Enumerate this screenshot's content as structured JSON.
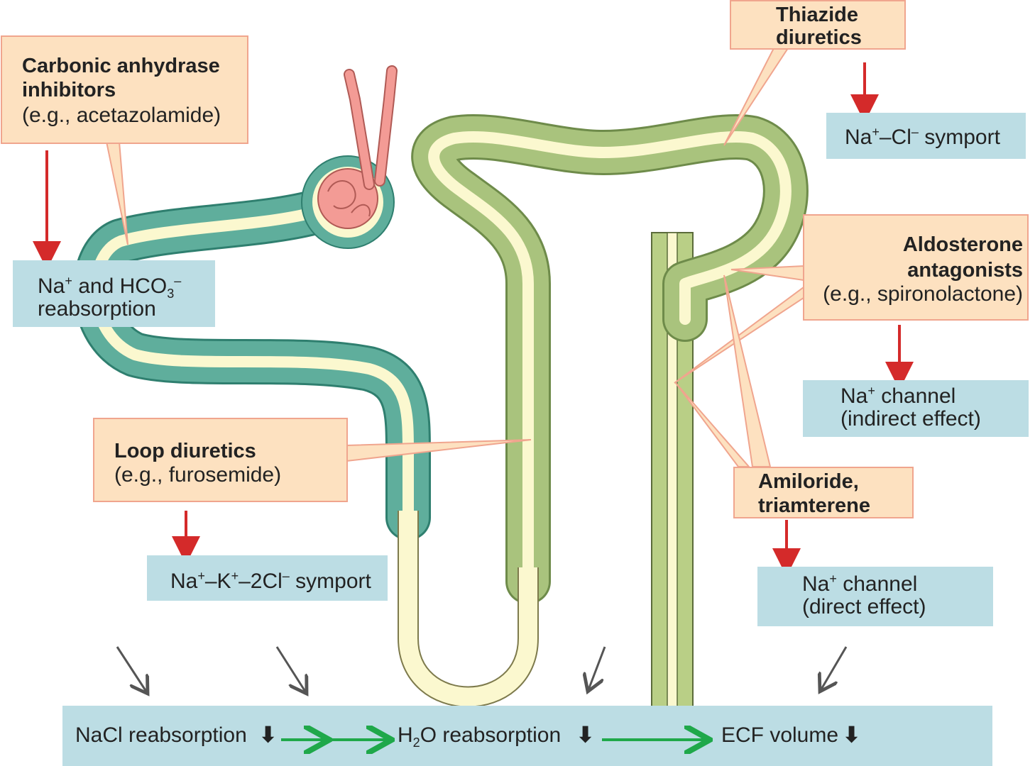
{
  "boxes": {
    "carbonic": {
      "title_line1": "Carbonic anhydrase",
      "title_line2": "inhibitors",
      "example": "(e.g., acetazolamide)",
      "effect_prefix": "Na",
      "effect_sup": "+",
      "effect_mid": " and HCO",
      "effect_sub": "3",
      "effect_sup2": "–",
      "effect_line2": "reabsorption"
    },
    "loop": {
      "title": "Loop diuretics",
      "example": "(e.g., furosemide)",
      "effect_a": "Na",
      "effect_sup1": "+",
      "effect_b": "–K",
      "effect_sup2": "+",
      "effect_c": "–2Cl",
      "effect_sup3": "–",
      "effect_d": " symport"
    },
    "thiazide": {
      "title_line1": "Thiazide",
      "title_line2": "diuretics",
      "effect_a": "Na",
      "effect_sup1": "+",
      "effect_b": "–Cl",
      "effect_sup2": "–",
      "effect_c": " symport"
    },
    "aldosterone": {
      "title_line1": "Aldosterone",
      "title_line2": "antagonists",
      "example": "(e.g., spironolactone)",
      "effect_a": "Na",
      "effect_sup": "+",
      "effect_b": " channel",
      "effect_line2": "(indirect effect)"
    },
    "amiloride": {
      "title_line1": "Amiloride,",
      "title_line2": "triamterene",
      "effect_a": "Na",
      "effect_sup": "+",
      "effect_b": " channel",
      "effect_line2": "(direct effect)"
    }
  },
  "bottom_bar": {
    "nacl": "NaCl reabsorption",
    "h2o_a": "H",
    "h2o_sub": "2",
    "h2o_b": "O reabsorption",
    "ecf": "ECF volume",
    "down_arrow": "⬇"
  },
  "colors": {
    "drug_box_fill": "#fde1c0",
    "drug_box_border": "#f0a58e",
    "effect_box_fill": "#bcdde4",
    "red_arrow": "#d42a2a",
    "green_arrow": "#1fa84a",
    "proximal_tubule": "#5fae9c",
    "distal_tubule": "#a9c37d",
    "lumen": "#fbf8cf",
    "glomerulus": "#f39b95"
  }
}
